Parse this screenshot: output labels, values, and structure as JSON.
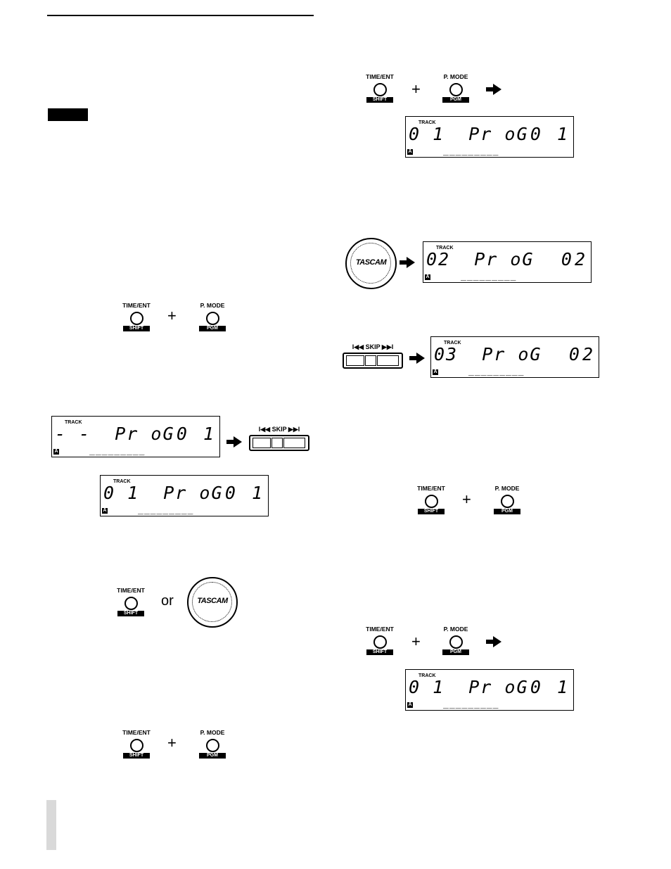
{
  "keys": {
    "time_label": "TIME/ENT",
    "time_sub": "SHIFT",
    "pmode_label": "P. MODE",
    "pmode_sub": "PGM",
    "plus": "+",
    "or": "or"
  },
  "skip": {
    "label": "I◀◀ SKIP ▶▶I"
  },
  "dial": {
    "brand": "TASCAM"
  },
  "lcd": {
    "track_label": "TRACK",
    "badge": "A",
    "dashes": "_________",
    "display1": {
      "seg": "- -  Pr oG",
      "num": "0 1"
    },
    "display2": {
      "seg": "0 1  Pr oG",
      "num": "0 1"
    },
    "display3": {
      "seg": "0 1  Pr oG",
      "num": "0 1"
    },
    "display4": {
      "seg": "02  Pr oG",
      "num": "02"
    },
    "display5": {
      "seg": "03  Pr oG",
      "num": "02"
    },
    "display6": {
      "seg": "0 1  Pr oG",
      "num": "0 1"
    }
  }
}
